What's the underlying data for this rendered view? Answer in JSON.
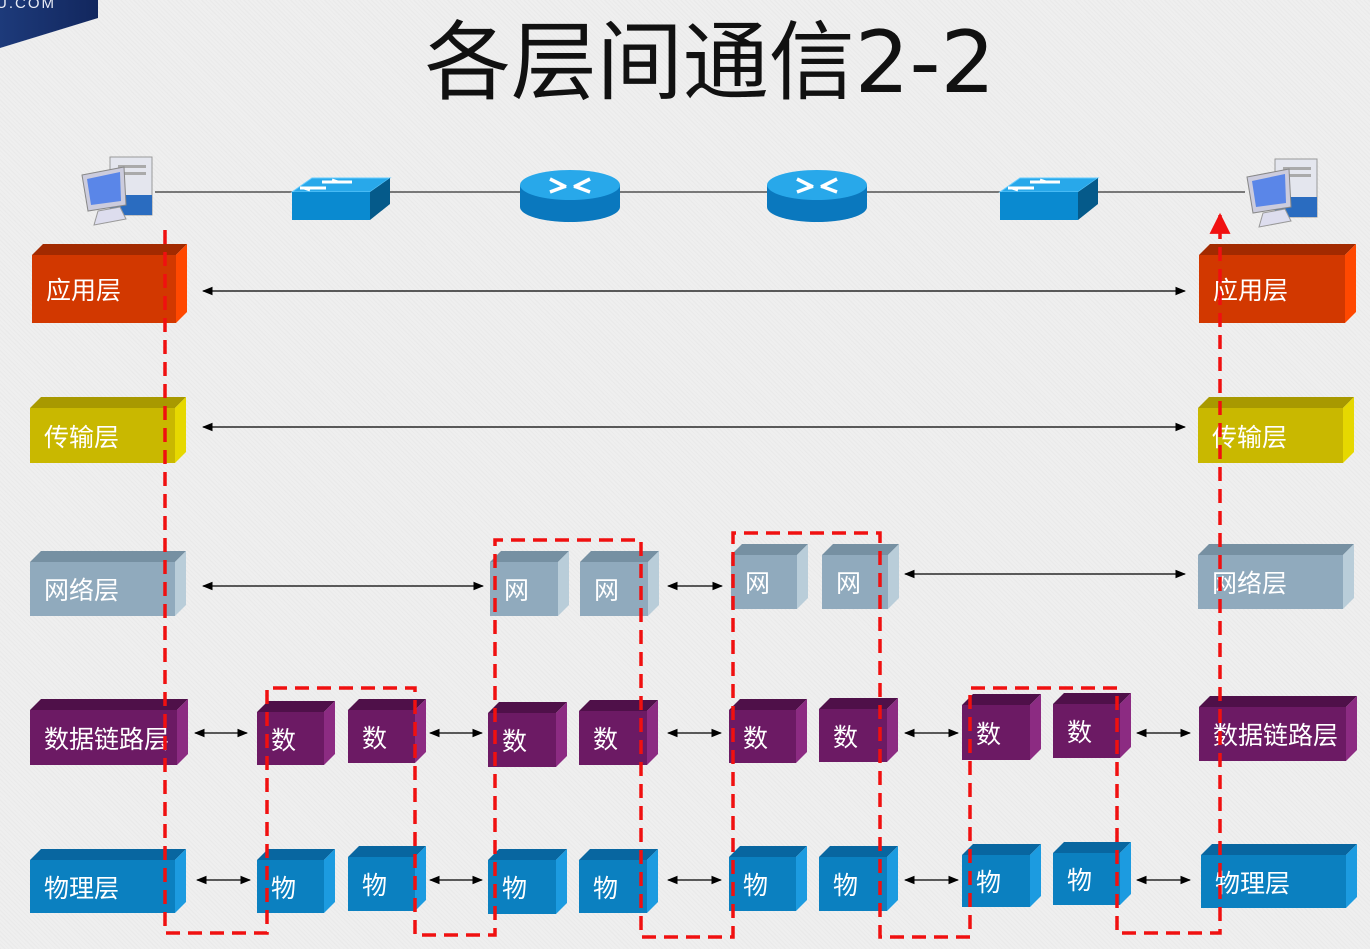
{
  "logo_text": "U.COM",
  "title": "各层间通信2-2",
  "layers": {
    "application": {
      "label": "应用层",
      "colors": {
        "front": "#d23800",
        "top": "#a22a00",
        "side": "#ff4800"
      }
    },
    "transport": {
      "label": "传输层",
      "colors": {
        "front": "#c9b800",
        "top": "#a89900",
        "side": "#e6d800"
      }
    },
    "network": {
      "label": "网络层",
      "short": "网",
      "colors": {
        "front": "#90aabd",
        "top": "#7690a2",
        "side": "#b9cdd9"
      }
    },
    "datalink": {
      "label": "数据链路层",
      "short": "数",
      "colors": {
        "front": "#6c1a64",
        "top": "#4f1049",
        "side": "#8c2b82"
      }
    },
    "physical": {
      "label": "物理层",
      "short": "物",
      "colors": {
        "front": "#0b80c0",
        "top": "#0866a0",
        "side": "#1c9be0"
      }
    }
  },
  "devices": [
    "computer-icon",
    "switch-icon",
    "router-icon",
    "router-icon",
    "switch-icon",
    "computer-icon"
  ],
  "path_color": "#f01010"
}
